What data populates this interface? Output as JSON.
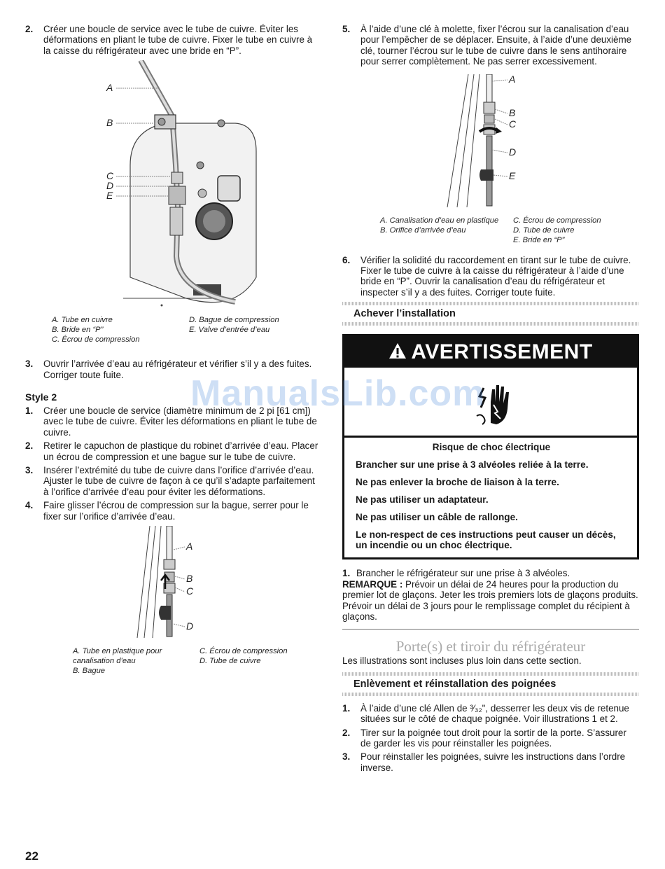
{
  "left": {
    "step2": {
      "num": "2.",
      "text": "Créer une boucle de service avec le tube de cuivre. Éviter les déformations en pliant le tube de cuivre. Fixer le tube en cuivre à la caisse du réfrigérateur avec une bride en “P”."
    },
    "fig1_labels": [
      "A",
      "B",
      "C",
      "D",
      "E"
    ],
    "fig1_caps": {
      "a": "A. Tube en cuivre",
      "b": "B. Bride en “P”",
      "c": "C. Écrou de compression",
      "d": "D. Bague de compression",
      "e": "E. Valve d’entrée d’eau"
    },
    "step3": {
      "num": "3.",
      "text": "Ouvrir l’arrivée d’eau au réfrigérateur et vérifier s’il y a des fuites. Corriger toute fuite."
    },
    "style2_title": "Style 2",
    "style2_steps": [
      {
        "num": "1.",
        "text": "Créer une boucle de service (diamètre minimum de 2 pi [61 cm]) avec le tube de cuivre. Éviter les déformations en pliant le tube de cuivre."
      },
      {
        "num": "2.",
        "text": "Retirer le capuchon de plastique du robinet d’arrivée d’eau. Placer un écrou de compression et une bague sur le tube de cuivre."
      },
      {
        "num": "3.",
        "text": "Insérer l’extrémité du tube de cuivre dans l’orifice d’arrivée d’eau. Ajuster le tube de cuivre de façon à ce qu’il s’adapte parfaitement à l’orifice d’arrivée d’eau pour éviter les déformations."
      },
      {
        "num": "4.",
        "text": "Faire glisser l’écrou de compression sur la bague, serrer pour le fixer sur l’orifice d’arrivée d’eau."
      }
    ],
    "fig2_labels": [
      "A",
      "B",
      "C",
      "D"
    ],
    "fig2_caps": {
      "a": "A. Tube en plastique pour canalisation d’eau",
      "b": "B. Bague",
      "c": "C. Écrou de compression",
      "d": "D. Tube de cuivre"
    }
  },
  "right": {
    "step5": {
      "num": "5.",
      "text": "À l’aide d’une clé à molette, fixer l’écrou sur la canalisation d’eau pour l’empêcher de se déplacer. Ensuite, à l’aide d’une deuxième clé, tourner l’écrou sur le tube de cuivre dans le sens antihoraire pour serrer complètement. Ne pas serrer excessivement."
    },
    "fig3_labels": [
      "A",
      "B",
      "C",
      "D",
      "E"
    ],
    "fig3_caps": {
      "a": "A. Canalisation d’eau en plastique",
      "b": "B. Orifice d’arrivée d’eau",
      "c": "C. Écrou de compression",
      "d": "D. Tube de cuivre",
      "e": "E. Bride en “P”"
    },
    "step6": {
      "num": "6.",
      "text": "Vérifier la solidité du raccordement en tirant sur le tube de cuivre. Fixer le tube de cuivre à la caisse du réfrigérateur à l’aide d’une bride en “P”. Ouvrir la canalisation d’eau du réfrigérateur et inspecter s’il y a des fuites. Corriger toute fuite."
    },
    "achever_title": "Achever l’installation",
    "warning": {
      "title": "AVERTISSEMENT",
      "risk": "Risque de choc électrique",
      "lines": [
        "Brancher sur une prise à 3 alvéoles reliée à la terre.",
        "Ne pas enlever la broche de liaison à la terre.",
        "Ne pas utiliser un adaptateur.",
        "Ne pas utiliser un câble de rallonge.",
        "Le non-respect de ces instructions peut causer un décès, un incendie ou un choc électrique."
      ]
    },
    "step1b": {
      "num": "1.",
      "text": "Brancher le réfrigérateur sur une prise à 3 alvéoles."
    },
    "remarque_label": "REMARQUE :",
    "remarque_text": " Prévoir un délai de 24 heures pour la production du premier lot de glaçons. Jeter les trois premiers lots de glaçons produits. Prévoir un délai de 3 jours pour le remplissage complet du récipient à glaçons.",
    "portes_title": "Porte(s) et tiroir du réfrigérateur",
    "portes_intro": "Les illustrations sont incluses plus loin dans cette section.",
    "poignees_title": "Enlèvement et réinstallation des poignées",
    "poignees_steps": [
      {
        "num": "1.",
        "text": "À l’aide d’une clé Allen de ³⁄₃₂\", desserrer les deux vis de retenue situées sur le côté de chaque poignée. Voir illustrations 1 et 2."
      },
      {
        "num": "2.",
        "text": "Tirer sur la poignée tout droit pour la sortir de la porte. S’assurer de garder les vis pour réinstaller les poignées."
      },
      {
        "num": "3.",
        "text": "Pour réinstaller les poignées, suivre les instructions dans l’ordre inverse."
      }
    ]
  },
  "watermark": "ManualsLib.com",
  "page_number": "22"
}
